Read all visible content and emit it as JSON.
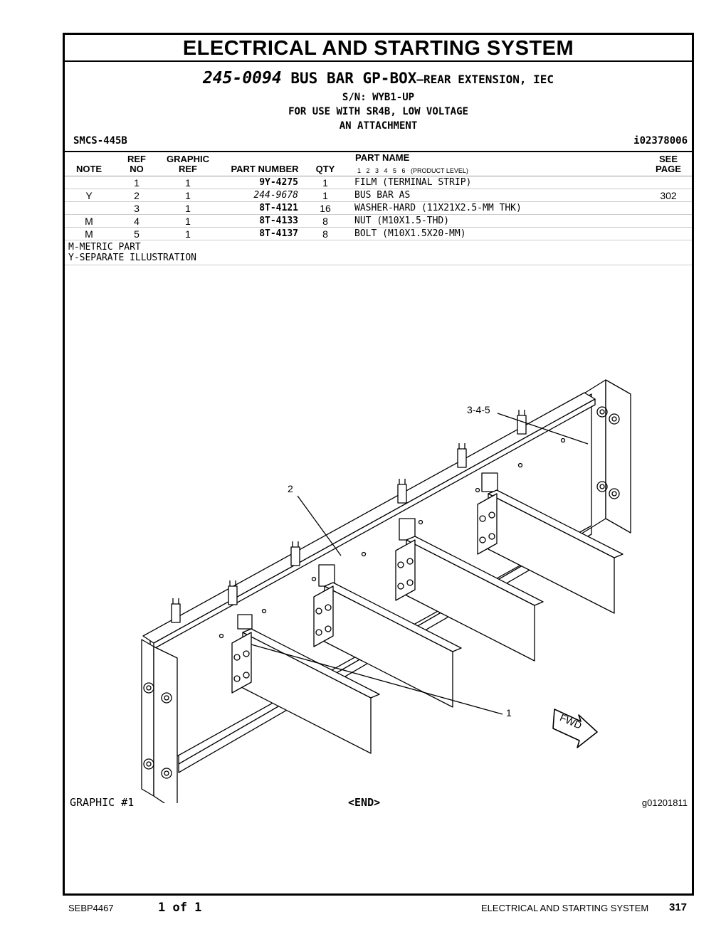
{
  "page_title": "ELECTRICAL AND STARTING SYSTEM",
  "group": {
    "part_number": "245-0094",
    "name": "BUS BAR GP-BOX",
    "subtitle": "—REAR EXTENSION, IEC",
    "serial": "S/N: WYB1-UP",
    "usage": "FOR USE WITH SR4B, LOW VOLTAGE",
    "type": "AN ATTACHMENT"
  },
  "smcs": "SMCS-445B",
  "illustration_id": "i02378006",
  "table": {
    "headers": {
      "note": "NOTE",
      "ref_top": "REF",
      "ref_bottom": "NO",
      "graphic_top": "GRAPHIC",
      "graphic_bottom": "REF",
      "part_number": "PART NUMBER",
      "qty": "QTY",
      "part_name": "PART NAME",
      "levels": "1   2   3   4   5   6   (PRODUCT LEVEL)",
      "see_top": "SEE",
      "see_bottom": "PAGE"
    },
    "rows": [
      {
        "note": "",
        "ref": "1",
        "gref": "1",
        "part": "9Y-4275",
        "qty": "1",
        "name": "FILM (TERMINAL STRIP)",
        "see": ""
      },
      {
        "note": "Y",
        "ref": "2",
        "gref": "1",
        "part": "244-9678",
        "qty": "1",
        "name": "BUS BAR AS",
        "see": "302"
      },
      {
        "note": "",
        "ref": "3",
        "gref": "1",
        "part": "8T-4121",
        "qty": "16",
        "name": "WASHER-HARD (11X21X2.5-MM THK)",
        "see": ""
      },
      {
        "note": "M",
        "ref": "4",
        "gref": "1",
        "part": "8T-4133",
        "qty": "8",
        "name": "NUT (M10X1.5-THD)",
        "see": ""
      },
      {
        "note": "M",
        "ref": "5",
        "gref": "1",
        "part": "8T-4137",
        "qty": "8",
        "name": "BOLT (M10X1.5X20-MM)",
        "see": ""
      }
    ],
    "notes": [
      "M-METRIC PART",
      "Y-SEPARATE ILLUSTRATION"
    ]
  },
  "callouts": {
    "c345": "3-4-5",
    "c2": "2",
    "c1": "1",
    "fwd": "FWD"
  },
  "graphic_label": "GRAPHIC #1",
  "end_label": "<END>",
  "graphic_id": "g01201811",
  "footer": {
    "doc": "SEBP4467",
    "page_of": "1 of 1",
    "section": "ELECTRICAL AND STARTING SYSTEM",
    "page_number": "317"
  }
}
